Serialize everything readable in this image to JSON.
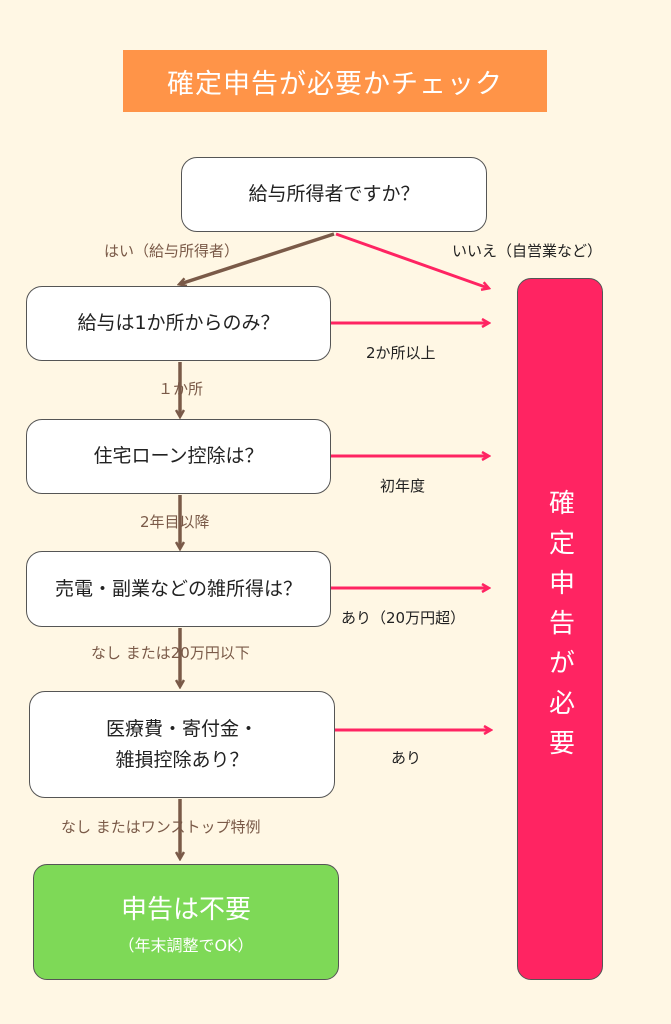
{
  "title": "確定申告が必要かチェック",
  "questions": [
    "給与所得者ですか？",
    "給与は1か所からのみ？",
    "住宅ローン控除は？",
    "売電・副業などの雑所得は？",
    "医療費・寄付金・",
    "雑損控除あり？"
  ],
  "yes_path_labels": [
    "はい（給与所得者）",
    "１か所",
    "2年目以降",
    "なし または20万円以下",
    "なし またはワンストップ特例"
  ],
  "required_path_labels": [
    "いいえ（自営業など）",
    "2か所以上",
    "初年度",
    "あり（20万円超）",
    "あり"
  ],
  "result_not_required": {
    "main": "申告は不要",
    "sub": "（年末調整でOK）"
  },
  "result_required": "確定申告が必要",
  "colors": {
    "title": "#FF9448",
    "not_required": "#7ED957",
    "required": "#FF2462",
    "brown_arrow": "#7A5A48"
  }
}
